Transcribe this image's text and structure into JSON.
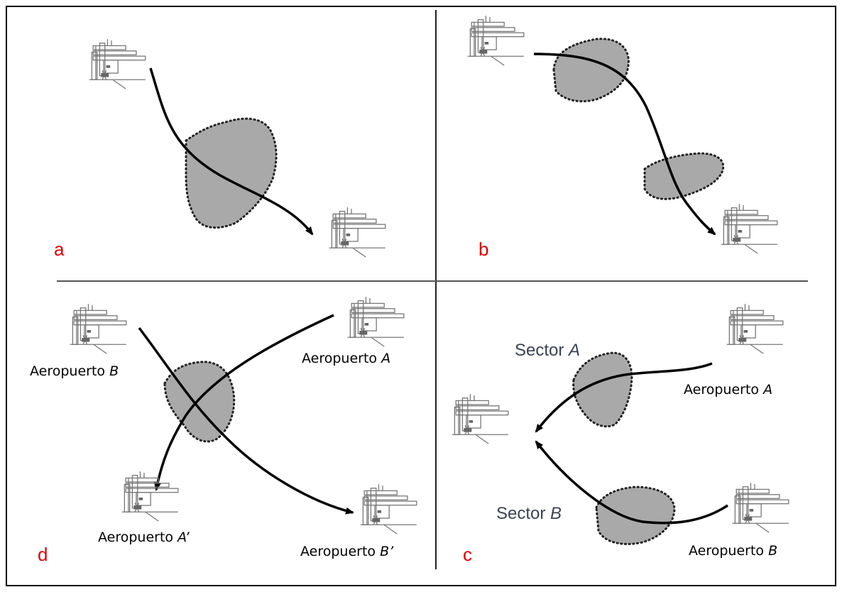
{
  "panels": {
    "a": {
      "letter": "a"
    },
    "b": {
      "letter": "b"
    },
    "c": {
      "letter": "c",
      "sector_a_prefix": "Sector ",
      "sector_a_name": "A",
      "sector_b_prefix": "Sector ",
      "sector_b_name": "B",
      "airport_a_prefix": "Aeropuerto ",
      "airport_a_name": "A",
      "airport_b_prefix": "Aeropuerto ",
      "airport_b_name": "B"
    },
    "d": {
      "letter": "d",
      "airport_b_prefix": "Aeropuerto ",
      "airport_b_name": "B",
      "airport_a_prefix": "Aeropuerto ",
      "airport_a_name": "A",
      "airport_a2_prefix": "Aeropuerto ",
      "airport_a2_name": "A’",
      "airport_b2_prefix": "Aeropuerto ",
      "airport_b2_name": "B’"
    }
  },
  "colors": {
    "storm_fill": "#a9a9a9",
    "panel_letter": "#e00000",
    "sector_text": "#3b4252"
  },
  "icons": {
    "airport": "control-tower-icon",
    "storm": "weather-cell"
  }
}
